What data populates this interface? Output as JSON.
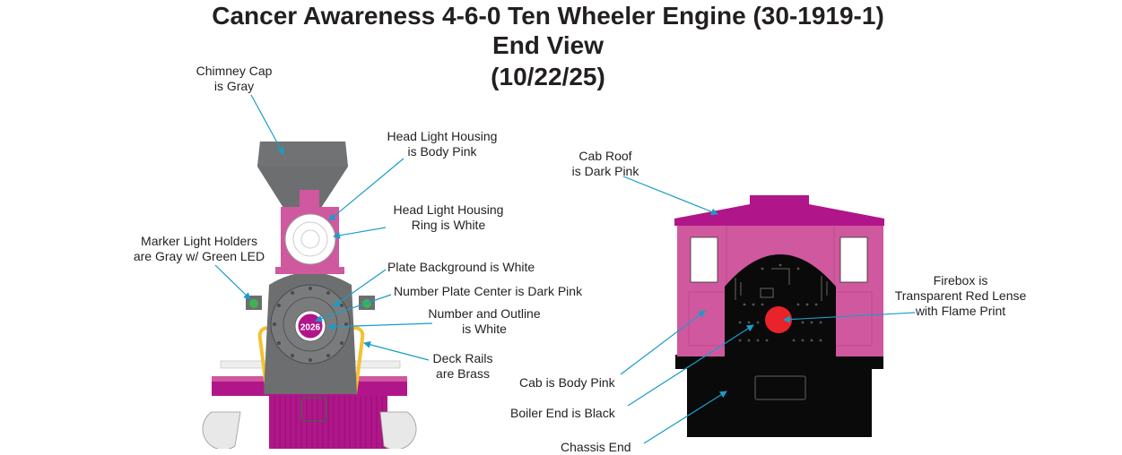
{
  "title": {
    "line1": "Cancer Awareness 4-6-0 Ten Wheeler Engine (30-1919-1)",
    "line2": "End View",
    "line3": "(10/22/25)"
  },
  "engine_callouts": {
    "chimney_cap": [
      "Chimney Cap",
      "is Gray"
    ],
    "headlight_housing": [
      "Head Light Housing",
      "is Body Pink"
    ],
    "headlight_ring": [
      "Head Light Housing",
      "Ring is White"
    ],
    "marker_lights": [
      "Marker Light Holders",
      "are Gray w/ Green LED"
    ],
    "plate_background": "Plate Background is White",
    "number_plate_center": "Number Plate Center is Dark Pink",
    "number_outline": [
      "Number and Outline",
      "is White"
    ],
    "deck_rails": [
      "Deck Rails",
      "are Brass"
    ]
  },
  "cab_callouts": {
    "cab_roof": [
      "Cab Roof",
      "is Dark Pink"
    ],
    "firebox": [
      "Firebox is",
      "Transparent Red Lense",
      "with Flame Print"
    ],
    "cab": "Cab is Body Pink",
    "boiler_end": "Boiler End is Black",
    "chassis_end": "Chassis End"
  },
  "number_plate": "2026",
  "colors": {
    "body_pink": "#d0589e",
    "dark_pink": "#b0168a",
    "gray": "#6d6e70",
    "white": "#ffffff",
    "brass": "#f2c230",
    "green_led": "#3fb34f",
    "black": "#0a0a0a",
    "firebox_red": "#e8232a",
    "leader_line": "#1a9cc9"
  }
}
